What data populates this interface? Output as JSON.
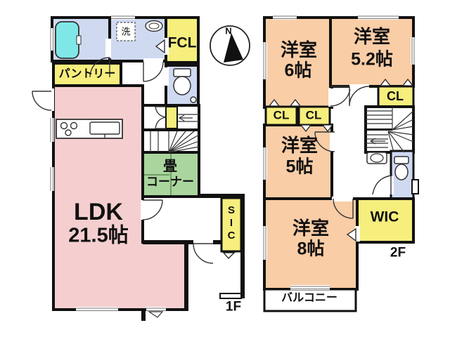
{
  "compass": {
    "north_label": "N"
  },
  "floor1": {
    "floor_label": "1F",
    "ldk_name": "LDK",
    "ldk_size": "21.5帖",
    "pantry_label": "パントリー",
    "fcl_label": "FCL",
    "laundry_label": "洗",
    "tatami_label_1": "畳",
    "tatami_label_2": "コーナー",
    "sic_label": "SIC"
  },
  "floor2": {
    "floor_label": "2F",
    "bedroom_6_name": "洋室",
    "bedroom_6_size": "6帖",
    "bedroom_52_name": "洋室",
    "bedroom_52_size": "5.2帖",
    "bedroom_5_name": "洋室",
    "bedroom_5_size": "5帖",
    "bedroom_8_name": "洋室",
    "bedroom_8_size": "8帖",
    "closet_1_label": "CL",
    "closet_2_label": "CL",
    "closet_3_label": "CL",
    "wic_label": "WIC",
    "balcony_label": "バルコニー"
  },
  "colors": {
    "room_pink": "#f5cfcf",
    "room_orange": "#f9cda6",
    "closet_yellow": "#f6ee7d",
    "tatami_green": "#aad69e",
    "wet_blue": "#cfdaf1",
    "bathtub_cyan": "#7fe7e8",
    "wall_black": "#111111"
  }
}
